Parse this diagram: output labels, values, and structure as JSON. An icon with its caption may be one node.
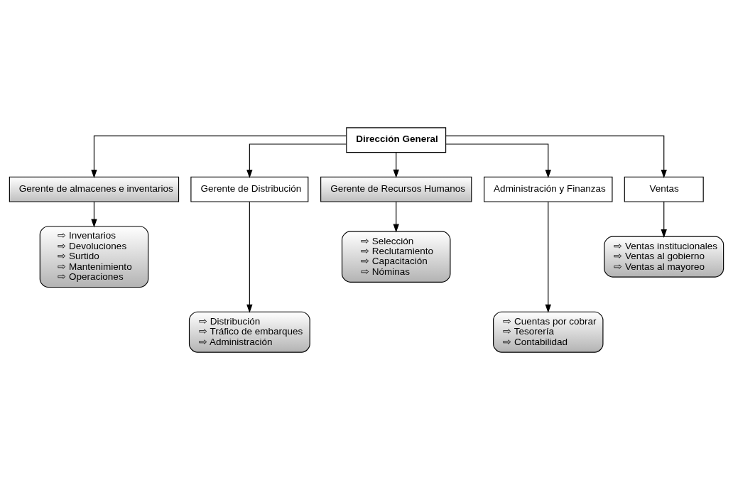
{
  "diagram": {
    "nodes": [
      {
        "text": [
          "Dirección General"
        ]
      },
      {
        "text": [
          "Gerente de almacenes e inventarios"
        ]
      },
      {
        "text": [
          "Gerente de Distribución"
        ]
      },
      {
        "text": [
          "Gerente de Recursos Humanos"
        ]
      },
      {
        "text": [
          "Administración y Finanzas"
        ]
      },
      {
        "text": [
          "Ventas"
        ]
      },
      {
        "text": [
          "⇨ Inventarios",
          "⇨ Devoluciones",
          "⇨ Surtido",
          "⇨ Mantenimiento",
          "⇨ Operaciones"
        ]
      },
      {
        "text": [
          "⇨ Selección",
          "⇨ Reclutamiento",
          "⇨ Capacitación",
          "⇨ Nóminas"
        ]
      },
      {
        "text": [
          "⇨ Ventas institucionales",
          "⇨ Ventas al gobierno",
          "⇨ Ventas al mayoreo"
        ]
      },
      {
        "text": [
          "⇨ Distribución",
          "⇨ Tráfico de embarques",
          "⇨ Administración"
        ]
      },
      {
        "text": [
          "⇨ Cuentas por cobrar",
          "⇨ Tesorería",
          "⇨ Contabilidad"
        ]
      }
    ],
    "edges": [
      {
        "from": 0,
        "to": 1,
        "arrow": "to"
      },
      {
        "from": 0,
        "to": 2,
        "arrow": "to"
      },
      {
        "from": 0,
        "to": 3,
        "arrow": "to"
      },
      {
        "from": 0,
        "to": 4,
        "arrow": "to"
      },
      {
        "from": 0,
        "to": 5,
        "arrow": "to"
      },
      {
        "from": 1,
        "to": 6,
        "arrow": "to"
      },
      {
        "from": 2,
        "to": 9,
        "arrow": "to"
      },
      {
        "from": 3,
        "to": 7,
        "arrow": "to"
      },
      {
        "from": 4,
        "to": 10,
        "arrow": "to"
      },
      {
        "from": 5,
        "to": 8,
        "arrow": "to"
      }
    ]
  }
}
